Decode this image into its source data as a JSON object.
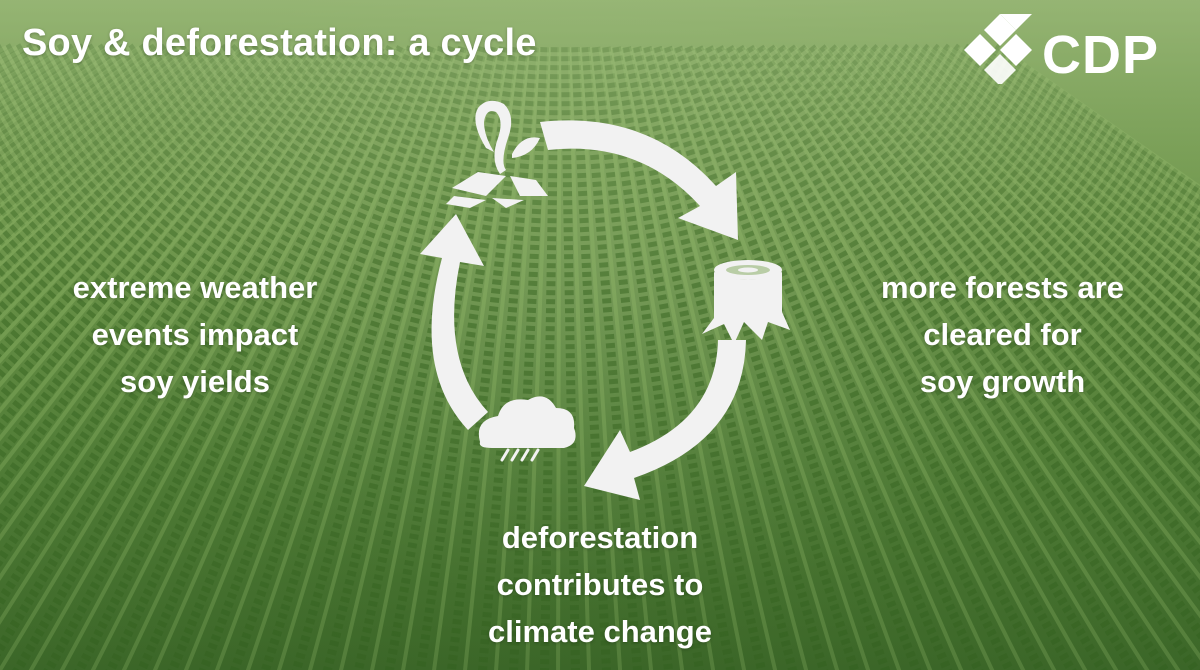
{
  "title": "Soy & deforestation: a cycle",
  "logo": {
    "text": "CDP",
    "icon": "cdp-logo-mark"
  },
  "labels": {
    "left": [
      "extreme weather",
      "events impact",
      "soy yields"
    ],
    "right": [
      "more forests are",
      "cleared for",
      "soy growth"
    ],
    "bottom": [
      "deforestation",
      "contributes to",
      "climate change"
    ]
  },
  "icons": {
    "top": "soy-plant-icon",
    "right": "tree-stump-icon",
    "bottom": "rain-cloud-icon"
  },
  "colors": {
    "text": "#ffffff",
    "arrow": "#f2f2f2",
    "field": "#5f8a43"
  }
}
